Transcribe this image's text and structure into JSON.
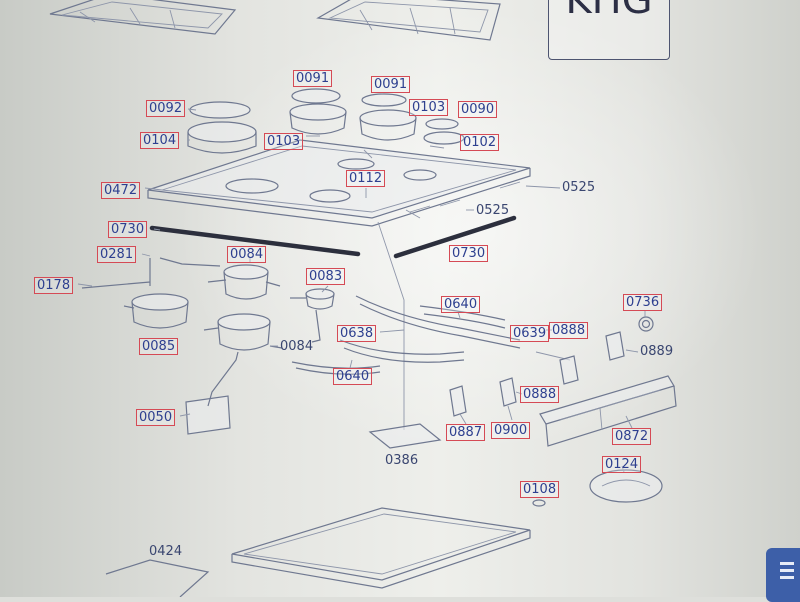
{
  "model_label": "KHG",
  "labels": {
    "0092": "0092",
    "0091a": "0091",
    "0091b": "0091",
    "0103a": "0103",
    "0090": "0090",
    "0104": "0104",
    "0103b": "0103",
    "0102": "0102",
    "0472": "0472",
    "0112": "0112",
    "0525a": "0525",
    "0525b": "0525",
    "0730a": "0730",
    "0730b": "0730",
    "0281": "0281",
    "0084a": "0084",
    "0178": "0178",
    "0083": "0083",
    "0640a": "0640",
    "0736": "0736",
    "0638": "0638",
    "0639": "0639",
    "0888a": "0888",
    "0085": "0085",
    "0084b": "0084",
    "0889": "0889",
    "0640b": "0640",
    "0888b": "0888",
    "0050": "0050",
    "0887": "0887",
    "0900": "0900",
    "0872": "0872",
    "0386": "0386",
    "0124": "0124",
    "0108": "0108",
    "0424": "0424"
  }
}
